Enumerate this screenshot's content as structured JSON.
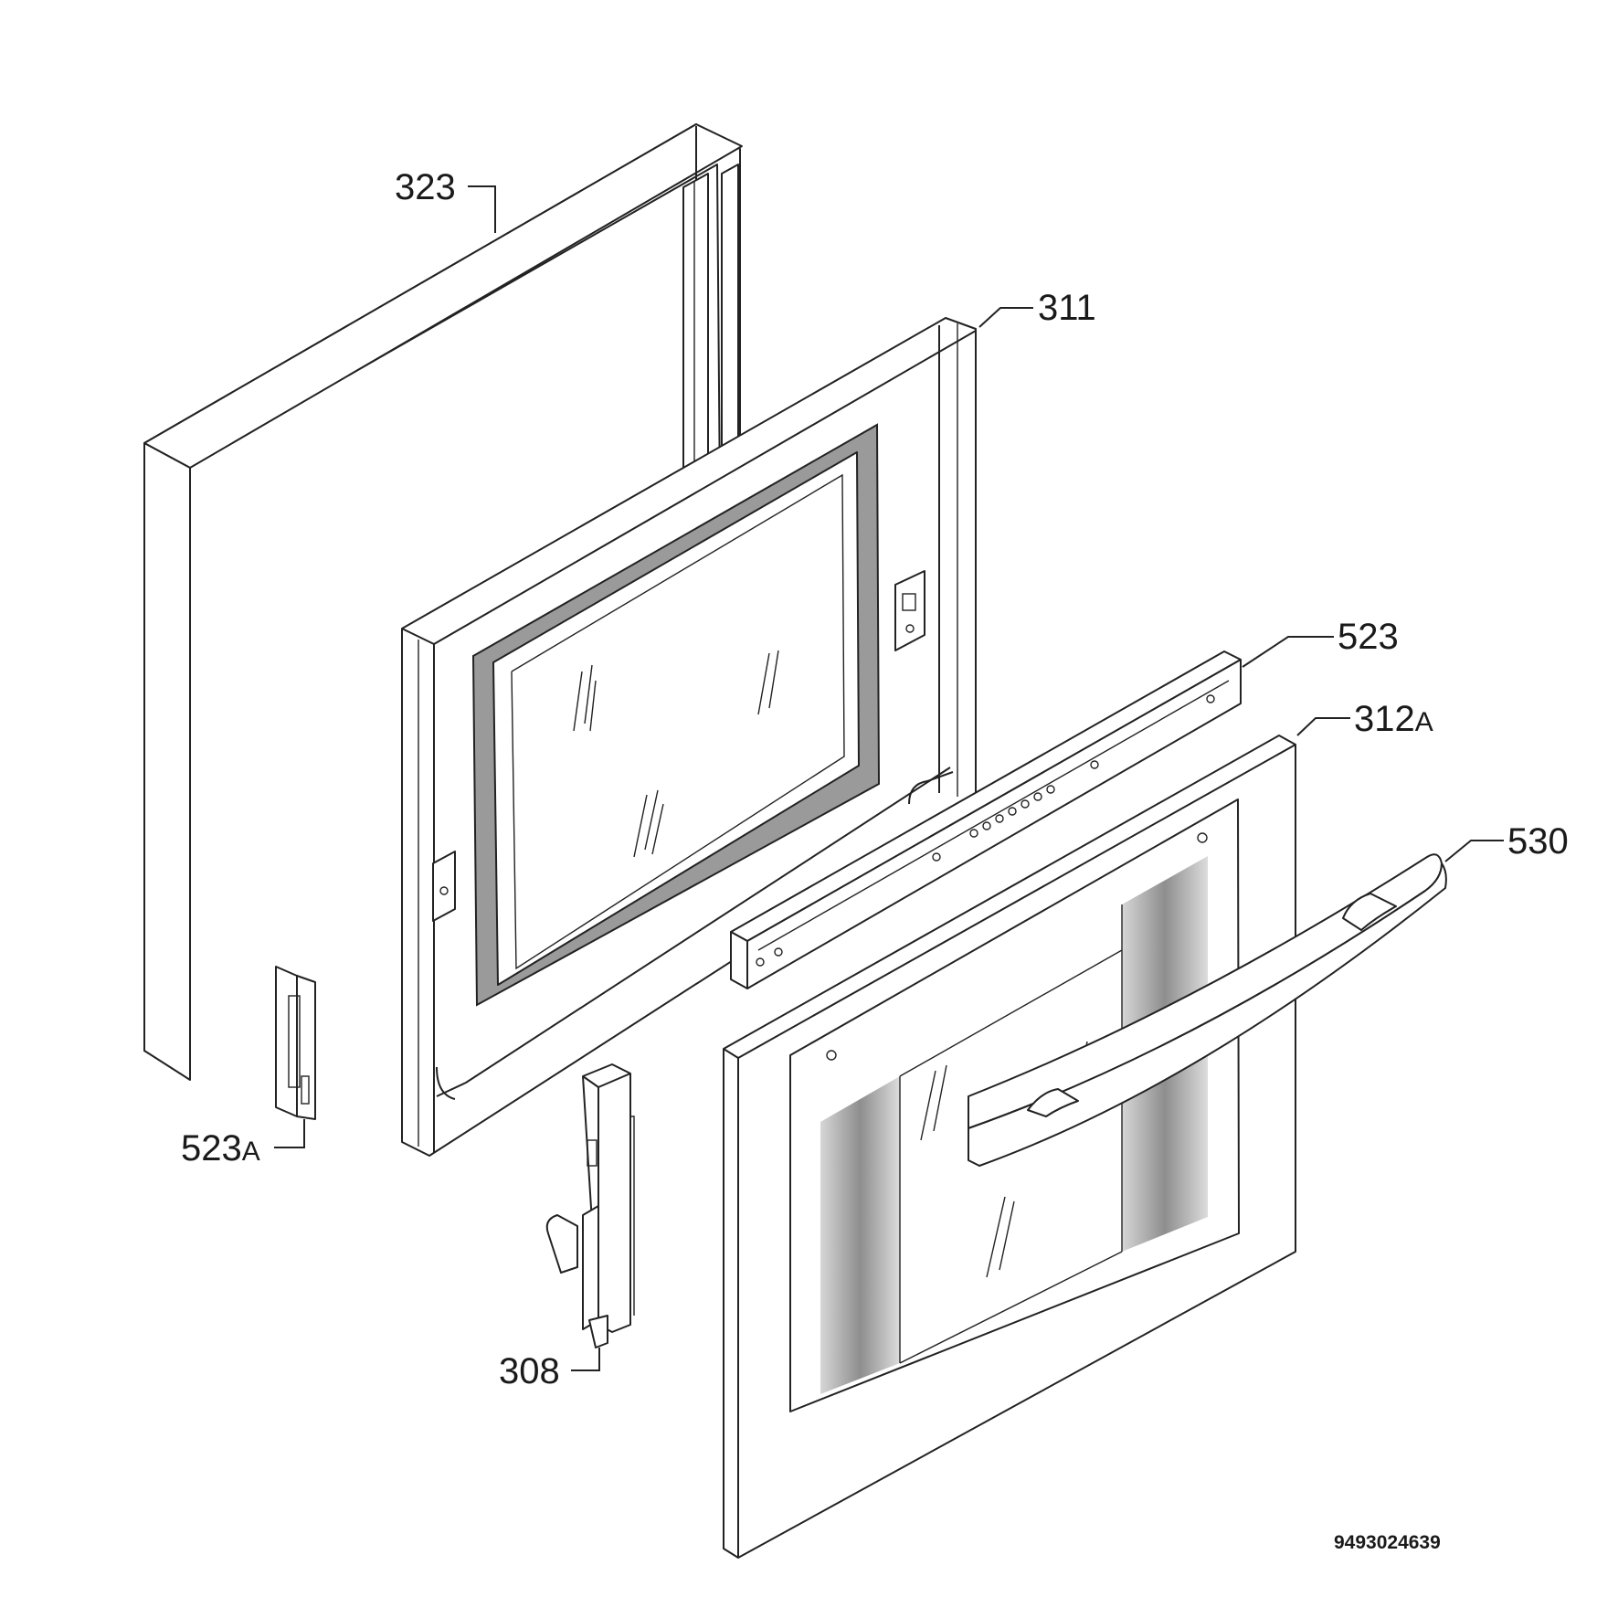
{
  "diagram": {
    "callouts": [
      {
        "id": "323",
        "number": "323",
        "suffix": ""
      },
      {
        "id": "311",
        "number": "311",
        "suffix": ""
      },
      {
        "id": "523",
        "number": "523",
        "suffix": ""
      },
      {
        "id": "312A",
        "number": "312",
        "suffix": "A"
      },
      {
        "id": "530",
        "number": "530",
        "suffix": ""
      },
      {
        "id": "523A",
        "number": "523",
        "suffix": "A"
      },
      {
        "id": "308",
        "number": "308",
        "suffix": ""
      }
    ],
    "document_number": "9493024639"
  }
}
